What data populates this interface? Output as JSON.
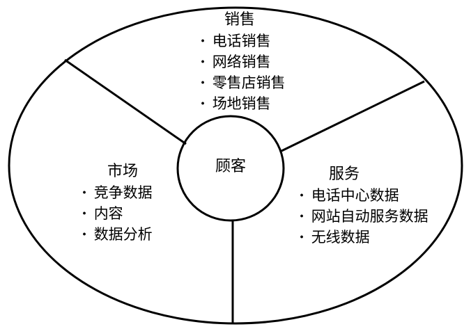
{
  "center": {
    "label": "顾客"
  },
  "sales": {
    "title": "销售",
    "items": [
      {
        "bullet": "·",
        "label": "电话销售"
      },
      {
        "bullet": "·",
        "label": "网络销售"
      },
      {
        "bullet": "·",
        "label": "零售店销售"
      },
      {
        "bullet": "·",
        "label": "场地销售"
      }
    ]
  },
  "market": {
    "title": "市场",
    "items": [
      {
        "bullet": "·",
        "label": "竞争数据"
      },
      {
        "bullet": "·",
        "label": "内容"
      },
      {
        "bullet": "·",
        "label": "数据分析"
      }
    ]
  },
  "service": {
    "title": "服务",
    "items": [
      {
        "bullet": "·",
        "label": "电话中心数据"
      },
      {
        "bullet": "·",
        "label": "网站自动服务数据"
      },
      {
        "bullet": "·",
        "label": "无线数据"
      }
    ]
  }
}
